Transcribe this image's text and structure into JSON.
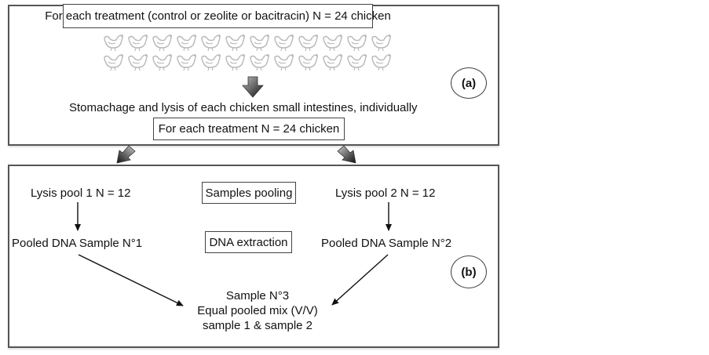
{
  "panel_a": {
    "header": "For each treatment (control or zeolite or bacitracin) N = 24 chicken",
    "chicken_rows": 2,
    "chickens_per_row": 12,
    "chicken_icon": "chicken-icon",
    "step_text": "Stomachage and lysis of each chicken small intestines, individually",
    "summary_box": "For each treatment N = 24 chicken",
    "label": "(a)"
  },
  "panel_b": {
    "left_pool": "Lysis pool 1 N = 12",
    "right_pool": "Lysis pool 2 N = 12",
    "step_pooling": "Samples pooling",
    "step_extraction": "DNA extraction",
    "left_sample": "Pooled DNA Sample N°1",
    "right_sample": "Pooled DNA Sample N°2",
    "final_sample": {
      "line1": "Sample N°3",
      "line2": "Equal pooled mix (V/V)",
      "line3": "sample 1 & sample 2"
    },
    "label": "(b)"
  },
  "colors": {
    "border": "#555555",
    "chicken": "#b8b8b8",
    "arrow_dark": "#222222",
    "arrow_light": "#9a9a9a"
  }
}
